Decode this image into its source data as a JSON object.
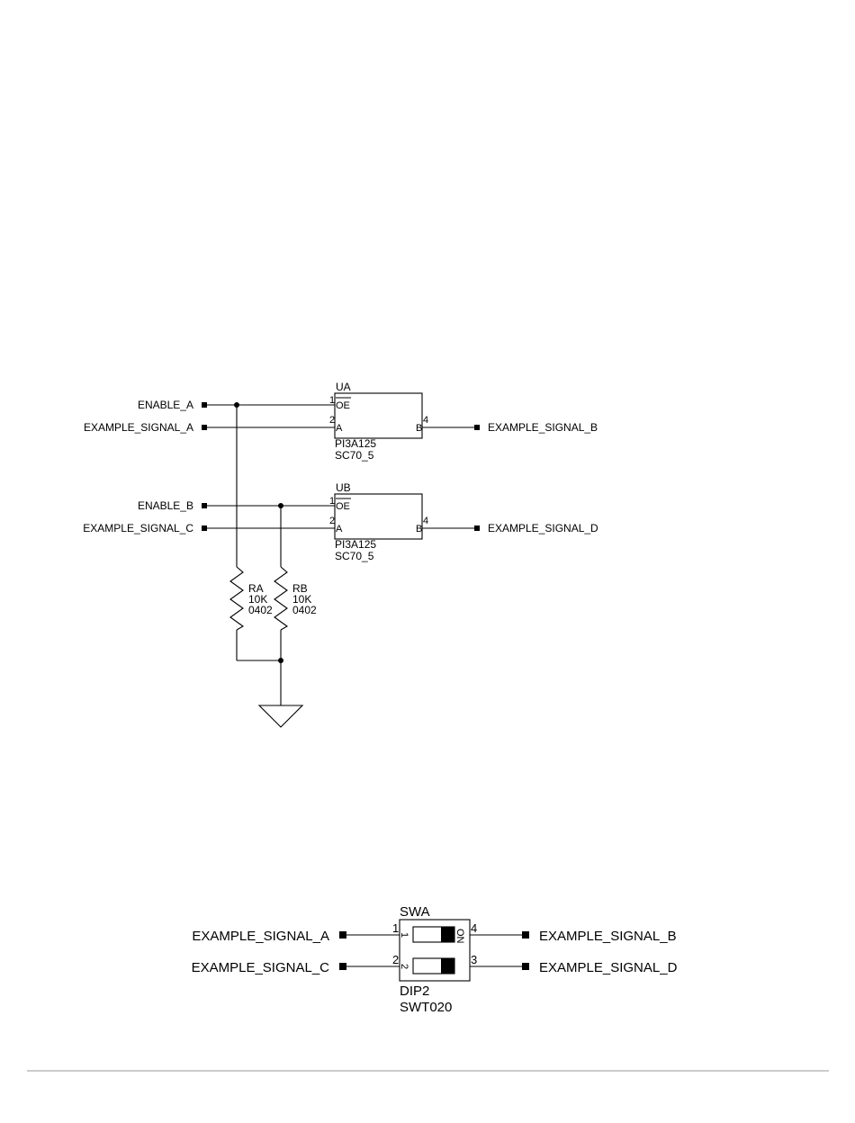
{
  "schematic": {
    "buffer_a": {
      "ref": "UA",
      "part": "PI3A125",
      "package": "SC70_5",
      "pin_oe_num": "1",
      "pin_oe_name": "OE",
      "pin_a_num": "2",
      "pin_a_name": "A",
      "pin_b_num": "4",
      "pin_b_name": "B",
      "net_enable": "ENABLE_A",
      "net_in": "EXAMPLE_SIGNAL_A",
      "net_out": "EXAMPLE_SIGNAL_B"
    },
    "buffer_b": {
      "ref": "UB",
      "part": "PI3A125",
      "package": "SC70_5",
      "pin_oe_num": "1",
      "pin_oe_name": "OE",
      "pin_a_num": "2",
      "pin_a_name": "A",
      "pin_b_num": "4",
      "pin_b_name": "B",
      "net_enable": "ENABLE_B",
      "net_in": "EXAMPLE_SIGNAL_C",
      "net_out": "EXAMPLE_SIGNAL_D"
    },
    "resistor_a": {
      "ref": "RA",
      "value": "10K",
      "package": "0402"
    },
    "resistor_b": {
      "ref": "RB",
      "value": "10K",
      "package": "0402"
    },
    "switch": {
      "ref": "SWA",
      "part": "DIP2",
      "package": "SWT020",
      "pin1": "1",
      "pin2": "2",
      "pin3": "3",
      "pin4": "4",
      "mark_on": "ON",
      "mark_1": "1",
      "mark_2": "2",
      "net_in_1": "EXAMPLE_SIGNAL_A",
      "net_in_2": "EXAMPLE_SIGNAL_C",
      "net_out_1": "EXAMPLE_SIGNAL_B",
      "net_out_2": "EXAMPLE_SIGNAL_D"
    }
  }
}
